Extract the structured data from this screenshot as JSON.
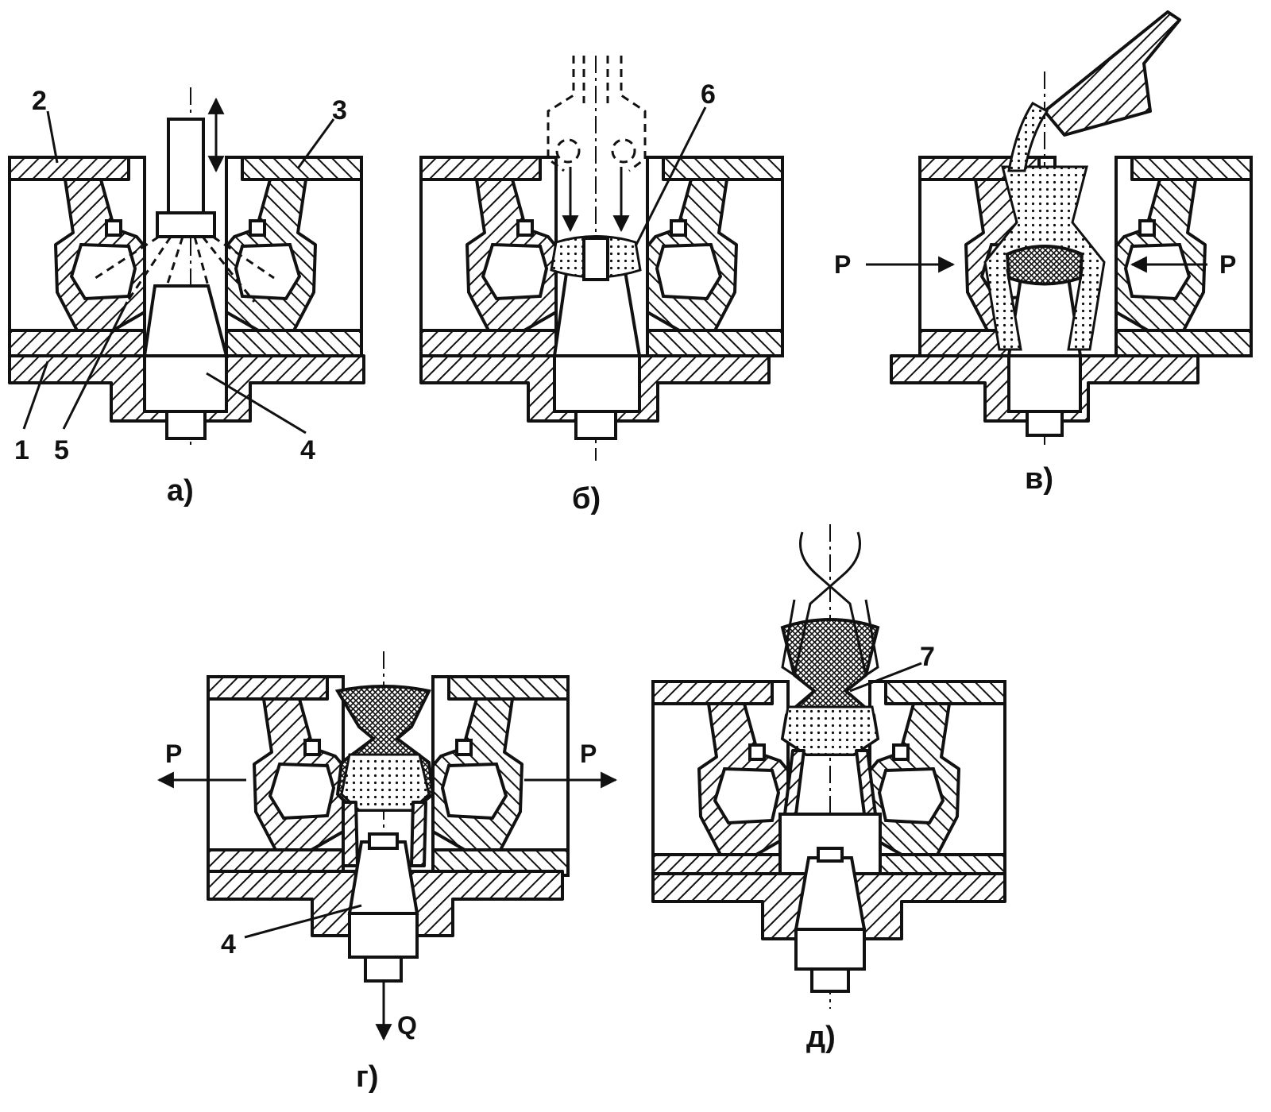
{
  "part_labels": {
    "n1": "1",
    "n2": "2",
    "n3": "3",
    "n4": "4",
    "n5": "5",
    "n6": "6",
    "n7": "7",
    "n4b": "4"
  },
  "force_labels": {
    "p_left_v": "P",
    "p_right_v": "P",
    "p_left_g": "P",
    "p_right_g": "P",
    "q": "Q"
  },
  "captions": {
    "a": "а)",
    "b": "б)",
    "v": "в)",
    "g": "г)",
    "d": "д)"
  }
}
